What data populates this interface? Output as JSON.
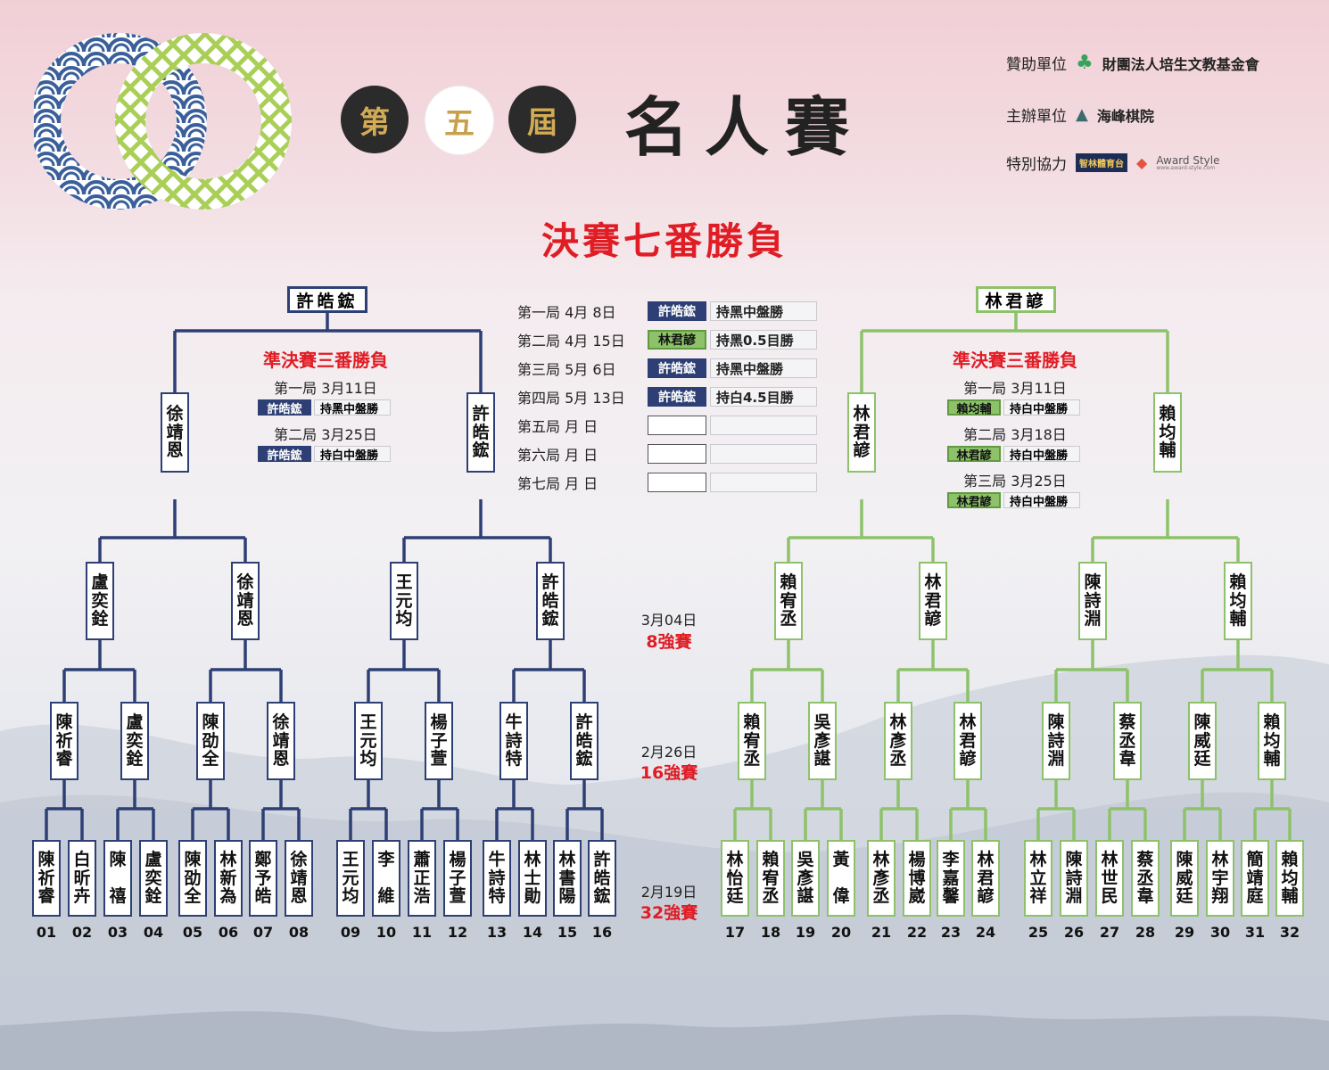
{
  "header": {
    "edition_chars": [
      "第",
      "五",
      "屆"
    ],
    "title": "名人賽",
    "final_title": "決賽七番勝負"
  },
  "sponsors": [
    {
      "label": "贊助單位",
      "org": "財團法人培生文教基金會",
      "icon": "clover-icon"
    },
    {
      "label": "主辦單位",
      "org": "海峰棋院",
      "icon": "mountain-logo-icon"
    },
    {
      "label": "特別協力",
      "org": "智林體育台",
      "org2": "Award Style",
      "org2_sub": "www.award-style.com",
      "icon": "award-logo-icon"
    }
  ],
  "finalists": {
    "left": "許皓鋐",
    "right": "林君諺"
  },
  "final_games": [
    {
      "label": "第一局  4月  8日",
      "winner": "許皓鋐",
      "color": "blue",
      "result": "持黑中盤勝"
    },
    {
      "label": "第二局  4月 15日",
      "winner": "林君諺",
      "color": "green",
      "result": "持黑0.5目勝"
    },
    {
      "label": "第三局  5月  6日",
      "winner": "許皓鋐",
      "color": "blue",
      "result": "持黑中盤勝"
    },
    {
      "label": "第四局  5月 13日",
      "winner": "許皓鋐",
      "color": "blue",
      "result": "持白4.5目勝"
    },
    {
      "label": "第五局     月     日",
      "winner": "",
      "color": "empty",
      "result": ""
    },
    {
      "label": "第六局     月     日",
      "winner": "",
      "color": "empty",
      "result": ""
    },
    {
      "label": "第七局     月     日",
      "winner": "",
      "color": "empty",
      "result": ""
    }
  ],
  "semis": {
    "title": "準決賽三番勝負",
    "left": [
      {
        "label": "第一局 3月11日",
        "winner": "許皓鋐",
        "result": "持黑中盤勝"
      },
      {
        "label": "第二局 3月25日",
        "winner": "許皓鋐",
        "result": "持白中盤勝"
      }
    ],
    "right": [
      {
        "label": "第一局 3月11日",
        "winner": "賴均輔",
        "result": "持白中盤勝"
      },
      {
        "label": "第二局 3月18日",
        "winner": "林君諺",
        "result": "持白中盤勝"
      },
      {
        "label": "第三局 3月25日",
        "winner": "林君諺",
        "result": "持白中盤勝"
      }
    ]
  },
  "rounds": [
    {
      "date": "3月04日",
      "name": "8強賽"
    },
    {
      "date": "2月26日",
      "name": "16強賽"
    },
    {
      "date": "2月19日",
      "name": "32強賽"
    }
  ],
  "bracket": {
    "semifinalists": [
      "徐靖恩",
      "許皓鋐",
      "林君諺",
      "賴均輔"
    ],
    "quarter_winners": [
      "盧奕銓",
      "徐靖恩",
      "王元均",
      "許皓鋐",
      "賴宥丞",
      "林君諺",
      "陳詩淵",
      "賴均輔"
    ],
    "r16_winners": [
      "陳祈睿",
      "盧奕銓",
      "陳劭全",
      "徐靖恩",
      "王元均",
      "楊子萱",
      "牛詩特",
      "許皓鋐",
      "賴宥丞",
      "吳彥諶",
      "林彥丞",
      "林君諺",
      "陳詩淵",
      "蔡丞韋",
      "陳威廷",
      "賴均輔"
    ],
    "players": [
      {
        "no": "01",
        "name": "陳祈睿"
      },
      {
        "no": "02",
        "name": "白昕卉"
      },
      {
        "no": "03",
        "name": "陳　禧"
      },
      {
        "no": "04",
        "name": "盧奕銓"
      },
      {
        "no": "05",
        "name": "陳劭全"
      },
      {
        "no": "06",
        "name": "林新為"
      },
      {
        "no": "07",
        "name": "鄭予皓"
      },
      {
        "no": "08",
        "name": "徐靖恩"
      },
      {
        "no": "09",
        "name": "王元均"
      },
      {
        "no": "10",
        "name": "李　維"
      },
      {
        "no": "11",
        "name": "蕭正浩"
      },
      {
        "no": "12",
        "name": "楊子萱"
      },
      {
        "no": "13",
        "name": "牛詩特"
      },
      {
        "no": "14",
        "name": "林士勛"
      },
      {
        "no": "15",
        "name": "林書陽"
      },
      {
        "no": "16",
        "name": "許皓鋐"
      },
      {
        "no": "17",
        "name": "林怡廷"
      },
      {
        "no": "18",
        "name": "賴宥丞"
      },
      {
        "no": "19",
        "name": "吳彥諶"
      },
      {
        "no": "20",
        "name": "黃　偉"
      },
      {
        "no": "21",
        "name": "林彥丞"
      },
      {
        "no": "22",
        "name": "楊博崴"
      },
      {
        "no": "23",
        "name": "李嘉馨"
      },
      {
        "no": "24",
        "name": "林君諺"
      },
      {
        "no": "25",
        "name": "林立祥"
      },
      {
        "no": "26",
        "name": "陳詩淵"
      },
      {
        "no": "27",
        "name": "林世民"
      },
      {
        "no": "28",
        "name": "蔡丞韋"
      },
      {
        "no": "29",
        "name": "陳威廷"
      },
      {
        "no": "30",
        "name": "林宇翔"
      },
      {
        "no": "31",
        "name": "簡靖庭"
      },
      {
        "no": "32",
        "name": "賴均輔"
      }
    ]
  },
  "colors": {
    "blue": "#2d3f74",
    "green": "#8dc26a",
    "red": "#e01d25"
  }
}
